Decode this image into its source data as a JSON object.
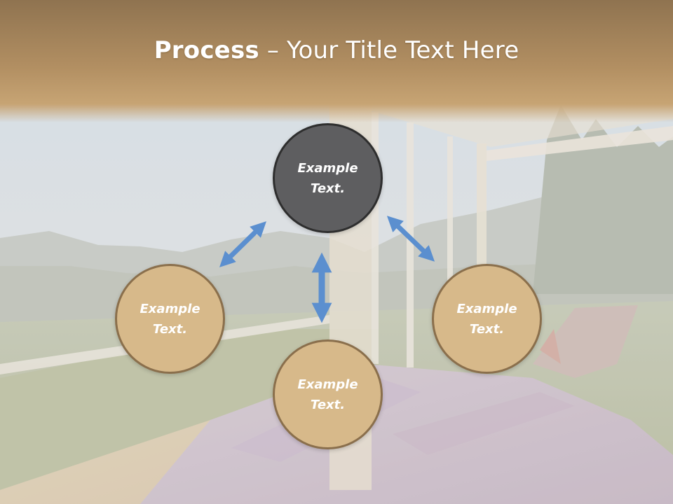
{
  "slide": {
    "title_bold": "Process",
    "title_rest": " – Your Title Text Here"
  },
  "colors": {
    "header_brown": "#8f7350",
    "header_tan": "#c29c66",
    "circle_dark_fill": "#5e5e60",
    "circle_light_fill": "#d7b98a",
    "circle_light_border": "#8a6f4c",
    "arrow_blue": "#5b8fcf"
  },
  "circles": {
    "top": "Example\nText.",
    "left": "Example\nText.",
    "right": "Example\nText.",
    "bottom": "Example\nText."
  },
  "icons": {
    "arrows": "double-headed-arrow"
  }
}
